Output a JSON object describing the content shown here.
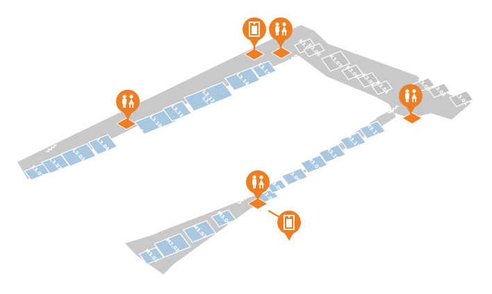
{
  "colors": {
    "room_blue": "#a9c8e0",
    "room_gray": "#c3c3c3",
    "corridor": "#c9c9c9",
    "marker": "#ef7d22",
    "label": "#ffffff"
  },
  "rooms": [
    {
      "id": "L3.01",
      "label": "L3.01",
      "zone": "L"
    },
    {
      "id": "L3.02",
      "label": "L3.02",
      "zone": "L"
    },
    {
      "id": "L3.03",
      "label": "L3.03",
      "zone": "L"
    },
    {
      "id": "L3.04",
      "label": "L3.04",
      "zone": "L"
    },
    {
      "id": "L3.10",
      "label": "L3.10",
      "zone": "L"
    },
    {
      "id": "L3.11",
      "label": "L3.11",
      "zone": "L"
    },
    {
      "id": "L3.12",
      "label": "L3.12",
      "zone": "L"
    },
    {
      "id": "L3.13",
      "label": "L3.13",
      "zone": "L"
    },
    {
      "id": "L3.14",
      "label": "L3.14",
      "zone": "L"
    },
    {
      "id": "L3.15",
      "label": "L3.15",
      "zone": "L"
    },
    {
      "id": "K3.09",
      "label": "K3.09",
      "zone": "K"
    },
    {
      "id": "K3.08",
      "label": "K3.08",
      "zone": "K"
    },
    {
      "id": "K3.07",
      "label": "K3.07",
      "zone": "K"
    },
    {
      "id": "K3.06",
      "label": "K3.06",
      "zone": "K"
    },
    {
      "id": "K3.05",
      "label": "K3.05",
      "zone": "K"
    },
    {
      "id": "K3.04",
      "label": "K3.04",
      "zone": "K"
    },
    {
      "id": "K3.03",
      "label": "K3.03",
      "zone": "K"
    },
    {
      "id": "K3.02",
      "label": "K3.02",
      "zone": "K"
    },
    {
      "id": "K3.01",
      "label": "K3.01",
      "zone": "K"
    },
    {
      "id": "M3.01",
      "label": "M3.01",
      "zone": "M"
    },
    {
      "id": "M3.02",
      "label": "M3.02",
      "zone": "M"
    },
    {
      "id": "M3.03",
      "label": "M3.03",
      "zone": "M"
    },
    {
      "id": "M3.04",
      "label": "M3.04",
      "zone": "M"
    },
    {
      "id": "M3.08",
      "label": "M3.08",
      "zone": "M"
    },
    {
      "id": "M3.09a",
      "label": "M3.09a",
      "zone": "M"
    },
    {
      "id": "M3.09b",
      "label": "M3.09b",
      "zone": "M"
    },
    {
      "id": "M3.01b",
      "label": "M3.01",
      "zone": "M"
    },
    {
      "id": "M3.10",
      "label": "M3.10",
      "zone": "M"
    },
    {
      "id": "M3.11",
      "label": "M3.11",
      "zone": "M"
    },
    {
      "id": "M3.12",
      "label": "M3.12",
      "zone": "M"
    }
  ],
  "markers": [
    {
      "id": "toilet-l",
      "icon": "restroom-icon",
      "type": "restroom"
    },
    {
      "id": "elevator-top",
      "icon": "elevator-icon",
      "type": "elevator"
    },
    {
      "id": "toilet-top",
      "icon": "restroom-icon",
      "type": "restroom"
    },
    {
      "id": "toilet-k",
      "icon": "restroom-icon",
      "type": "restroom"
    },
    {
      "id": "toilet-m",
      "icon": "restroom-icon",
      "type": "restroom"
    },
    {
      "id": "elevator-m",
      "icon": "elevator-icon",
      "type": "elevator"
    }
  ],
  "stairs": [
    {
      "id": "stair-l-left",
      "icon": "stairs-icon"
    },
    {
      "id": "stair-l-mid",
      "icon": "stairs-icon"
    },
    {
      "id": "stair-top",
      "icon": "stairs-icon"
    },
    {
      "id": "stair-k",
      "icon": "stairs-icon"
    },
    {
      "id": "stair-m-right",
      "icon": "stairs-icon"
    },
    {
      "id": "stair-m-left",
      "icon": "stairs-icon"
    }
  ]
}
